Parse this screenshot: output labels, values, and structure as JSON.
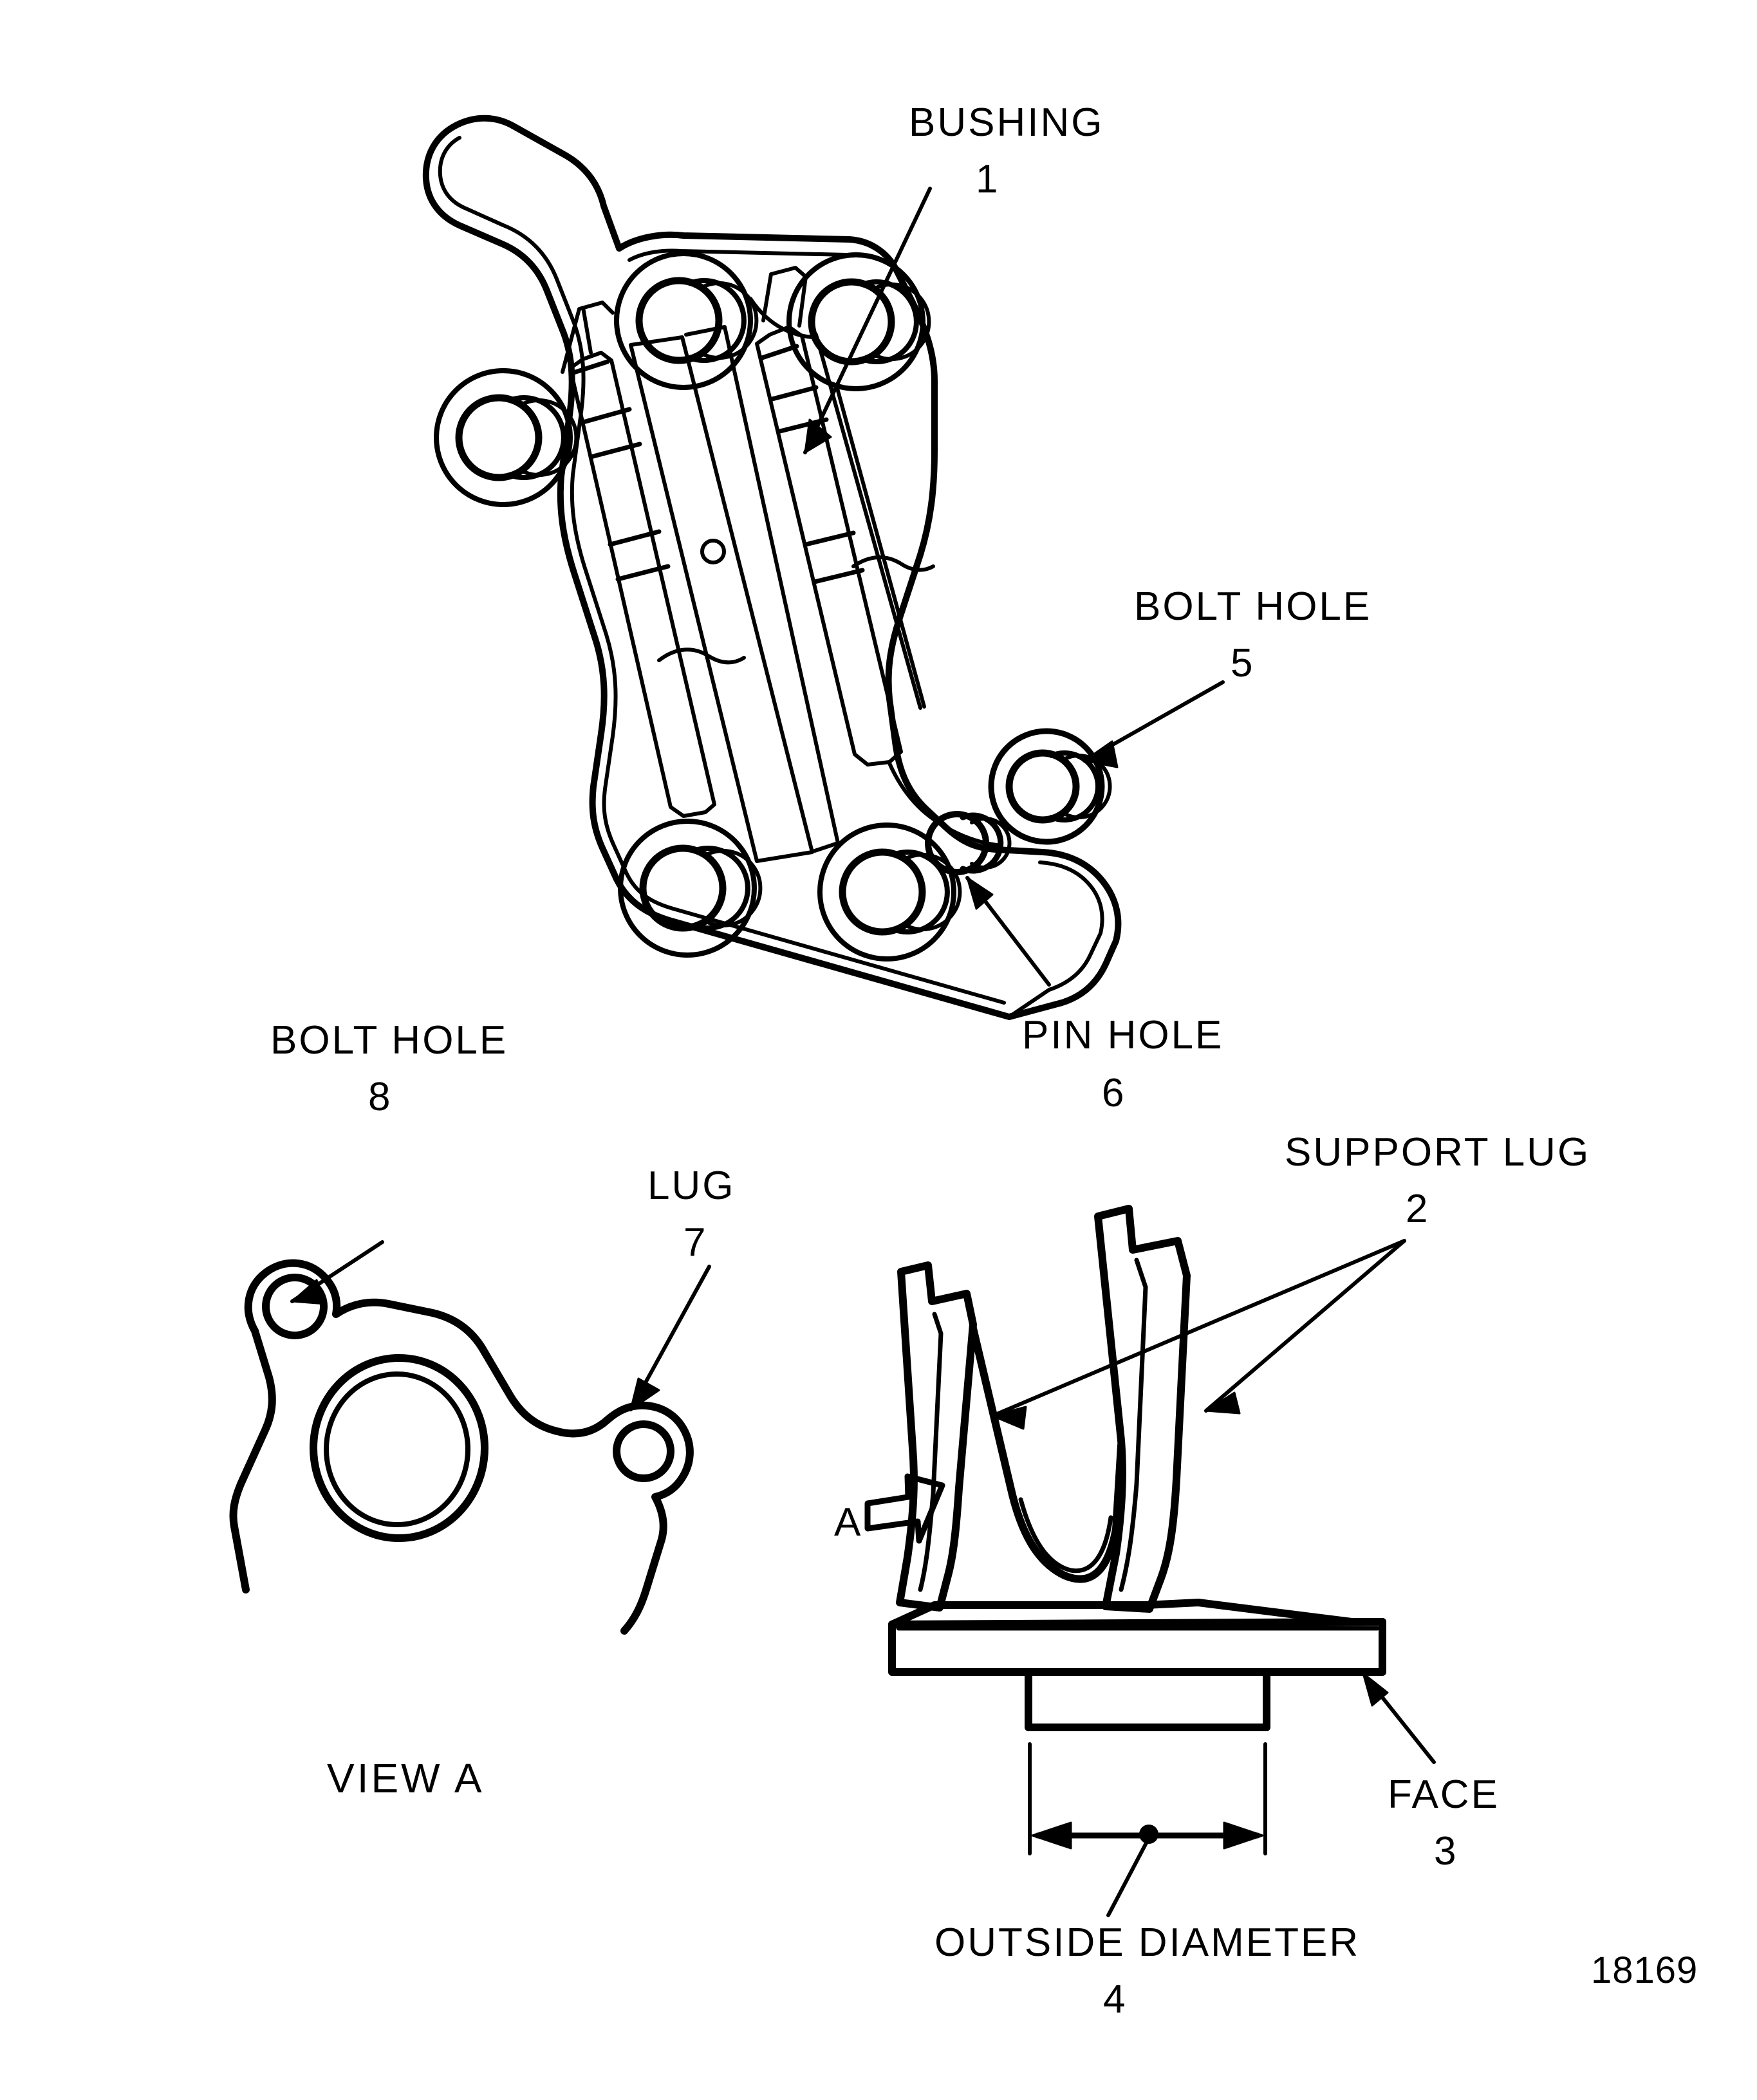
{
  "figure": {
    "number": "18169",
    "title": "",
    "drawing_type": "exploded-parts-line-drawing",
    "line_color": "#000000",
    "background_color": "#ffffff"
  },
  "views": {
    "main": {
      "name": "main-bracket-view",
      "description": "Isometric outline of a cast mounting bracket with four bushing bores, a bolt hole and a pin hole"
    },
    "detail_a": {
      "name": "view-a-detail",
      "caption": "VIEW A",
      "description": "Plan outline of flange face with central bore and two lug bolt holes"
    },
    "side": {
      "name": "support-lug-side-view",
      "description": "Side elevation of the two support lugs rising from a round flange face",
      "section_arrow_letter": "A"
    }
  },
  "callouts": [
    {
      "id": "c1",
      "label": "BUSHING",
      "number": "1"
    },
    {
      "id": "c2",
      "label": "SUPPORT LUG",
      "number": "2"
    },
    {
      "id": "c3",
      "label": "FACE",
      "number": "3"
    },
    {
      "id": "c4",
      "label": "OUTSIDE DIAMETER",
      "number": "4"
    },
    {
      "id": "c5",
      "label": "BOLT HOLE",
      "number": "5"
    },
    {
      "id": "c6",
      "label": "PIN HOLE",
      "number": "6"
    },
    {
      "id": "c7",
      "label": "LUG",
      "number": "7"
    },
    {
      "id": "c8",
      "label": "BOLT HOLE",
      "number": "8"
    }
  ]
}
